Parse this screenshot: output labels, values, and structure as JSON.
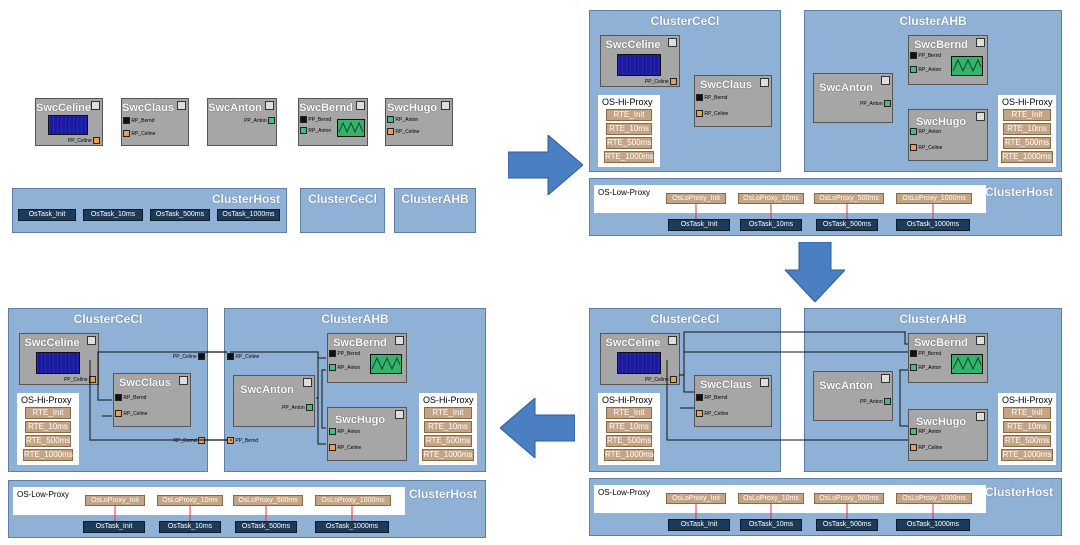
{
  "swc": {
    "celine": "SwcCeline",
    "claus": "SwcClaus",
    "anton": "SwcAnton",
    "bernd": "SwcBernd",
    "hugo": "SwcHugo"
  },
  "clusters": {
    "host": "ClusterHost",
    "cecl": "ClusterCeCl",
    "ahb": "ClusterAHB"
  },
  "ports": {
    "pp_celine": "PP_Celine",
    "rp_celine": "RP_Celine",
    "rp_bernd": "RP_Bernd",
    "pp_bernd": "PP_Bernd",
    "pp_anton": "PP_Anton",
    "rp_anton": "RP_Anton"
  },
  "hi_proxy": {
    "title": "OS-Hi-Proxy",
    "items": [
      "RTE_Init",
      "RTE_10ms",
      "RTE_500ms",
      "RTE_1000ms"
    ]
  },
  "low_proxy": {
    "title": "OS-Low-Proxy",
    "items": [
      "OsLoProxy_Init",
      "OsLoProxy_10ms",
      "OsLoProxy_500ms",
      "OsLoProxy_1000ms"
    ]
  },
  "tasks": [
    "OsTask_Init",
    "OsTask_10ms",
    "OsTask_500ms",
    "OsTask_1000ms"
  ],
  "colors": {
    "cluster_bg": "#8fb1d6",
    "swc_bg": "#a6a6a6",
    "arrow": "#4a7fc1",
    "task_bg": "#1f3a56",
    "rte_bg": "#c4a484"
  },
  "icons": {
    "arrow": "block-arrow-icon"
  }
}
